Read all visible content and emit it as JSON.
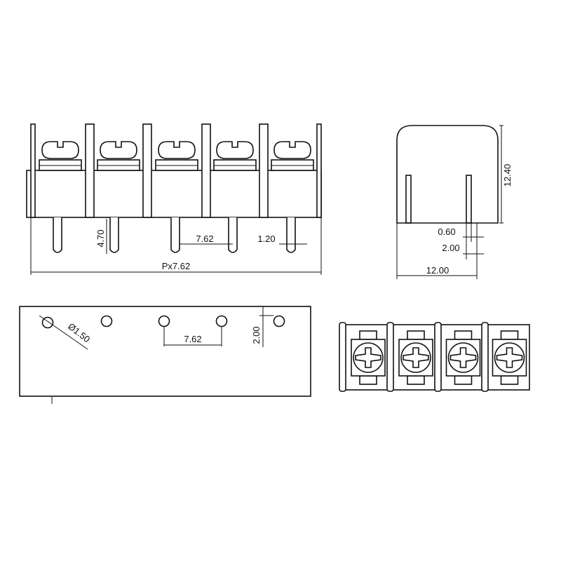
{
  "front_view": {
    "positions": 5,
    "dimensions": {
      "pin_length": "4.70",
      "pitch": "7.62",
      "pin_width": "1.20",
      "overall_length": "Px7.62"
    }
  },
  "side_view": {
    "dimensions": {
      "height": "12.40",
      "pin_thickness": "0.60",
      "pin_offset": "2.00",
      "width": "12.00"
    }
  },
  "bottom_view": {
    "holes": 5,
    "dimensions": {
      "hole_diameter": "Ø1.50",
      "pitch": "7.62",
      "row_offset": "2.00"
    }
  },
  "top_view": {
    "positions": 4
  },
  "line_color": "#111111"
}
